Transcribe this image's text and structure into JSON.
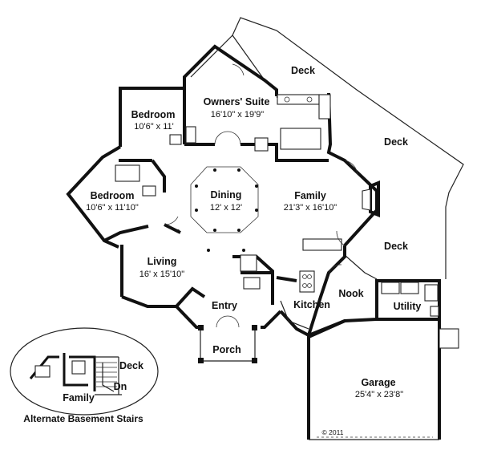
{
  "plan": {
    "rooms": {
      "deck_top": {
        "name": "Deck"
      },
      "deck_right": {
        "name": "Deck"
      },
      "deck_lower": {
        "name": "Deck"
      },
      "owners_suite": {
        "name": "Owners' Suite",
        "size": "16'10\" x 19'9\""
      },
      "bedroom_1": {
        "name": "Bedroom",
        "size": "10'6\" x 11'"
      },
      "bedroom_2": {
        "name": "Bedroom",
        "size": "10'6\" x 11'10\""
      },
      "dining": {
        "name": "Dining",
        "size": "12' x 12'"
      },
      "family": {
        "name": "Family",
        "size": "21'3\" x 16'10\""
      },
      "living": {
        "name": "Living",
        "size": "16' x 15'10\""
      },
      "entry": {
        "name": "Entry"
      },
      "kitchen": {
        "name": "Kitchen"
      },
      "nook": {
        "name": "Nook"
      },
      "utility": {
        "name": "Utility"
      },
      "porch": {
        "name": "Porch"
      },
      "garage": {
        "name": "Garage",
        "size": "25'4\" x 23'8\""
      }
    },
    "copyright": "© 2011"
  },
  "inset": {
    "deck": "Deck",
    "family": "Family",
    "stairs_down": "Dn",
    "caption": "Alternate Basement Stairs"
  }
}
